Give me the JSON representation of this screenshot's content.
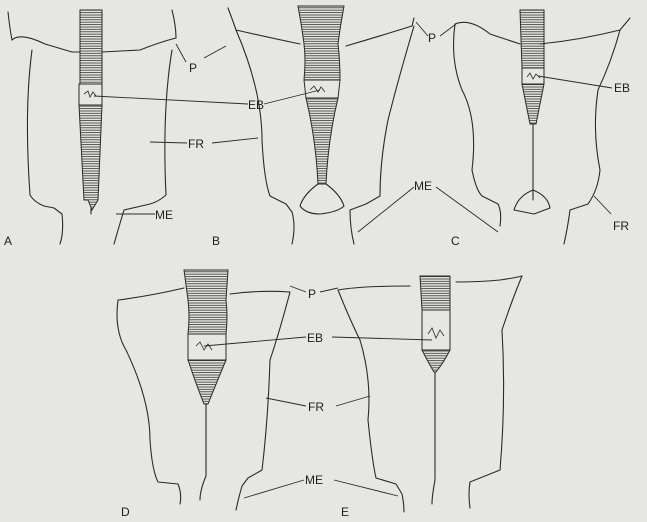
{
  "panels": [
    {
      "id": "A",
      "letter": "A"
    },
    {
      "id": "B",
      "letter": "B"
    },
    {
      "id": "C",
      "letter": "C"
    },
    {
      "id": "D",
      "letter": "D"
    },
    {
      "id": "E",
      "letter": "E"
    }
  ],
  "labels": {
    "p_top": "P",
    "eb_top": "EB",
    "fr_top": "FR",
    "me_a": "ME",
    "me_top": "ME",
    "p_c": "P",
    "eb_c": "EB",
    "fr_c": "FR",
    "p_bottom": "P",
    "eb_bottom": "EB",
    "fr_bottom": "FR",
    "me_bottom": "ME"
  },
  "colors": {
    "background": "#e6e7e2",
    "ink": "#2a2a2a"
  }
}
